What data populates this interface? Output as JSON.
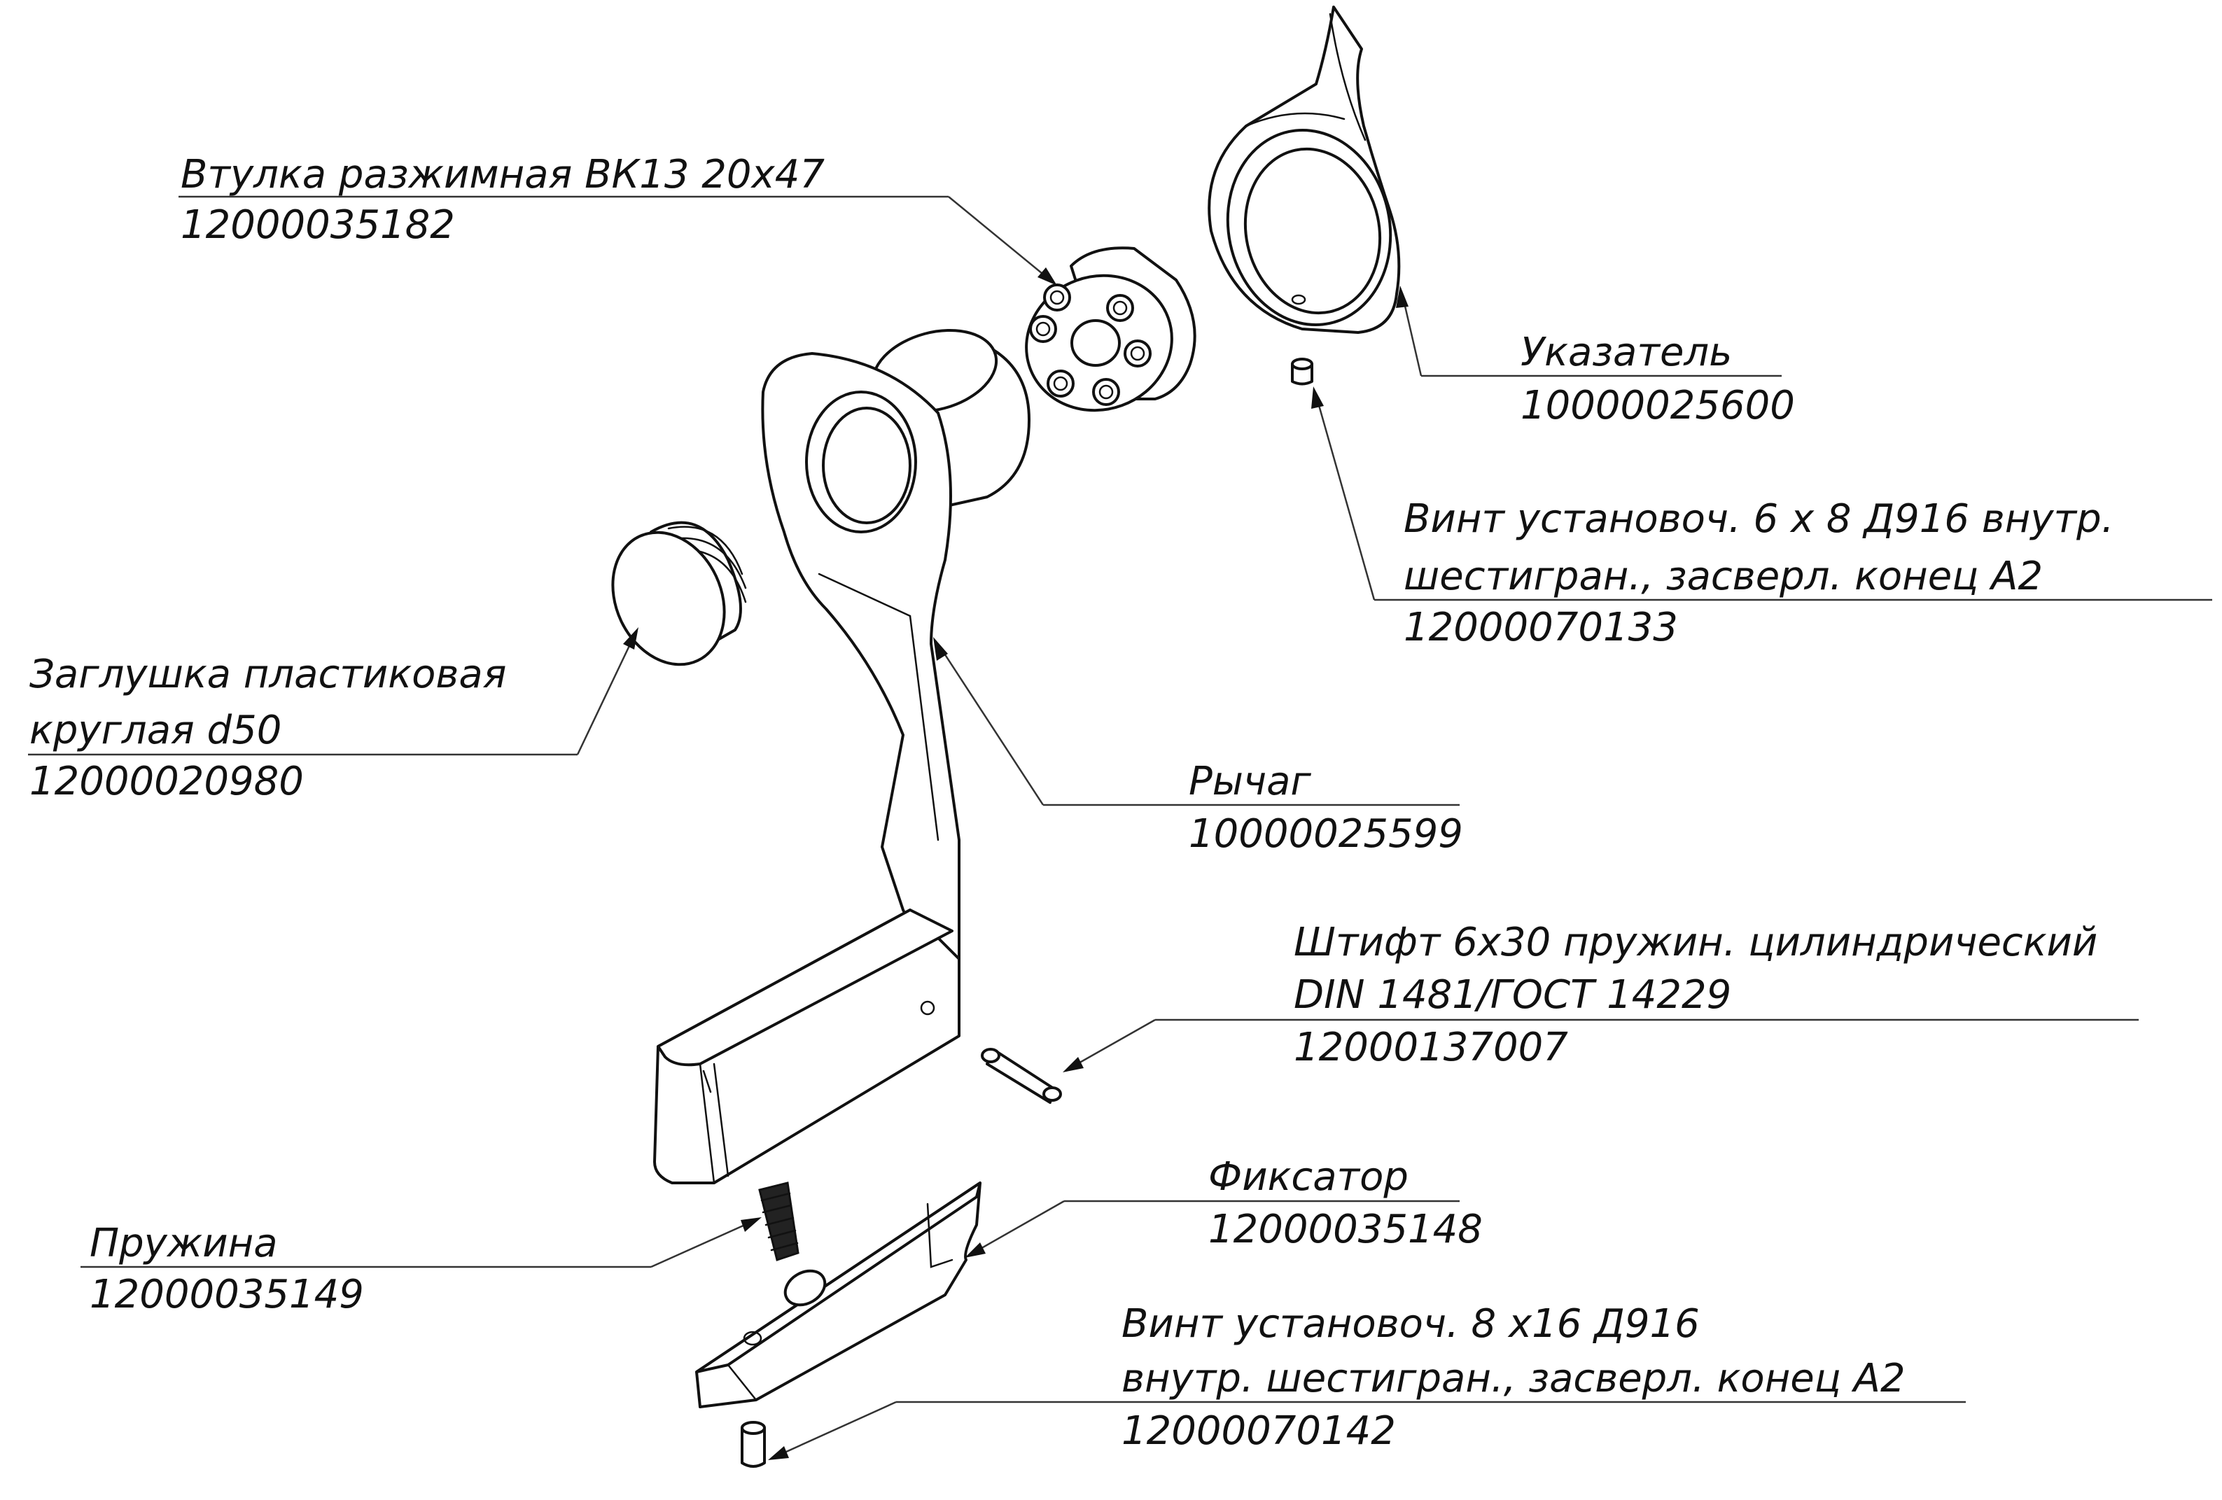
{
  "callouts": {
    "bushing": {
      "name": "Втулка разжимная ВК13 20х47",
      "code": "12000035182"
    },
    "pointer": {
      "name": "Указатель",
      "code": "10000025600"
    },
    "set_screw_6x8": {
      "line1": "Винт установоч. 6 х 8 Д916 внутр.",
      "line2": "шестигран., засверл. конец А2",
      "code": "12000070133"
    },
    "plug": {
      "line1": "Заглушка пластиковая",
      "line2": "круглая d50",
      "code": "12000020980"
    },
    "lever": {
      "name": "Рычаг",
      "code": "10000025599"
    },
    "pin": {
      "line1": "Штифт 6х30 пружин. цилиндрический",
      "line2": "DIN 1481/ГОСТ 14229",
      "code": "12000137007"
    },
    "latch": {
      "name": "Фиксатор",
      "code": "12000035148"
    },
    "spring": {
      "name": "Пружина",
      "code": "12000035149"
    },
    "set_screw_8x16": {
      "line1": "Винт установоч. 8 х16 Д916",
      "line2": "внутр. шестигран., засверл. конец А2",
      "code": "12000070142"
    }
  }
}
